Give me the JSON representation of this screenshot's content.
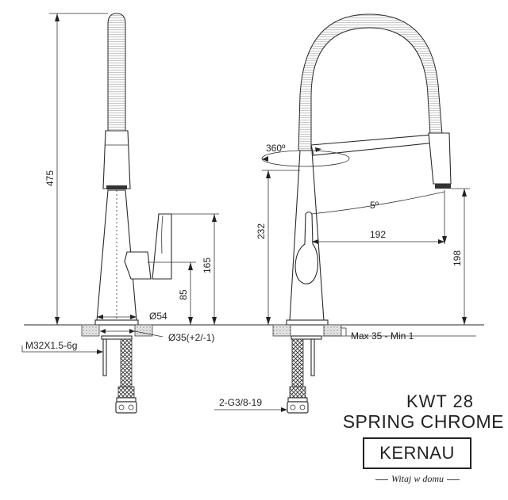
{
  "product": {
    "model_code": "KWT 28",
    "model_name": "SPRING CHROME",
    "brand": "KERNAU",
    "tagline": "Witaj w domu"
  },
  "dimensions": {
    "total_height": "475",
    "body_diameter": "Ø54",
    "hole_diameter": "Ø35(+2/-1)",
    "thread": "M32X1.5-6g",
    "lever_height": "165",
    "lever_lower_height": "85",
    "spout_height": "232",
    "rotation": "360º",
    "tilt": "5º",
    "reach": "192",
    "outlet_height": "198",
    "countertop": "Max 35 - Min 1",
    "hose_connection": "2-G3/8-19"
  }
}
